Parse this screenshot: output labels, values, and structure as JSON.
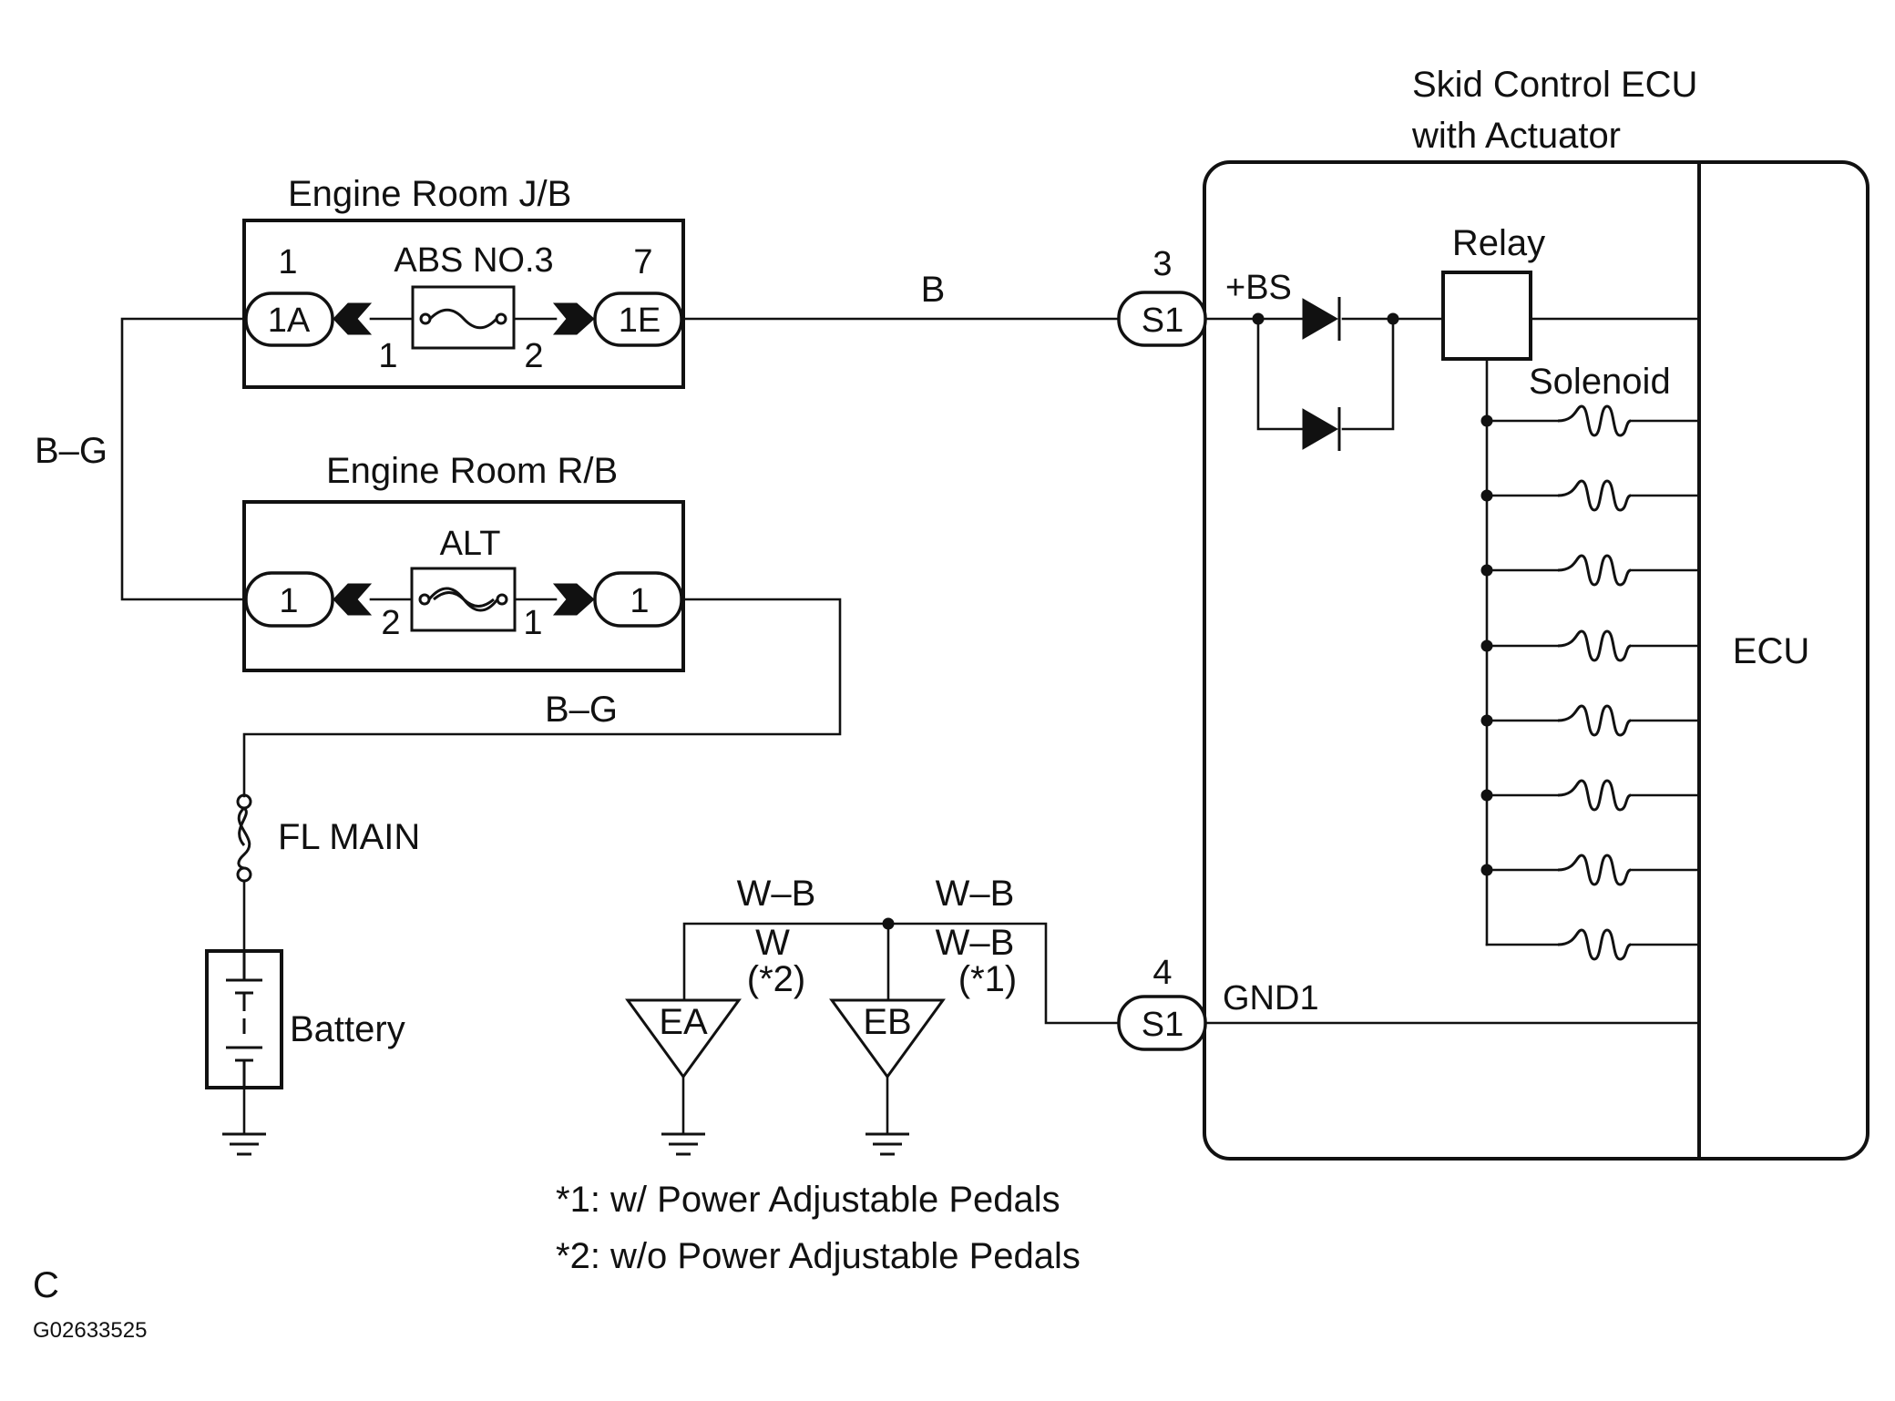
{
  "ecu": {
    "title_line1": "Skid Control ECU",
    "title_line2": "with Actuator",
    "ecu_label": "ECU",
    "relay_label": "Relay",
    "solenoid_label": "Solenoid",
    "bs_terminal": "+BS",
    "gnd_terminal": "GND1",
    "connector_top": {
      "name": "S1",
      "pin": "3"
    },
    "connector_bottom": {
      "name": "S1",
      "pin": "4"
    }
  },
  "jb": {
    "title": "Engine Room J/B",
    "fuse_label": "ABS NO.3",
    "left_connector": {
      "name": "1A",
      "pin": "1",
      "fuse_side_pin": "1"
    },
    "right_connector": {
      "name": "1E",
      "pin": "7",
      "fuse_side_pin": "2"
    }
  },
  "rb": {
    "title": "Engine Room R/B",
    "fuse_label": "ALT",
    "left_connector": {
      "name": "1",
      "fuse_side_pin": "2"
    },
    "right_connector": {
      "name": "1",
      "fuse_side_pin": "1"
    }
  },
  "wires": {
    "jb_to_ecu": "B",
    "jb_to_rb": "B–G",
    "rb_to_fuse": "B–G",
    "ground_left": "W–B",
    "ground_right": "W–B",
    "alt_left": "W",
    "alt_right": "W–B",
    "note_left": "(*2)",
    "note_right": "(*1)"
  },
  "power": {
    "fusible_link": "FL MAIN",
    "battery": "Battery"
  },
  "grounds": {
    "left": "EA",
    "right": "EB"
  },
  "notes": [
    "*1: w/ Power Adjustable Pedals",
    "*2: w/o Power Adjustable Pedals"
  ],
  "footer": {
    "letter": "C",
    "code": "G02633525"
  }
}
